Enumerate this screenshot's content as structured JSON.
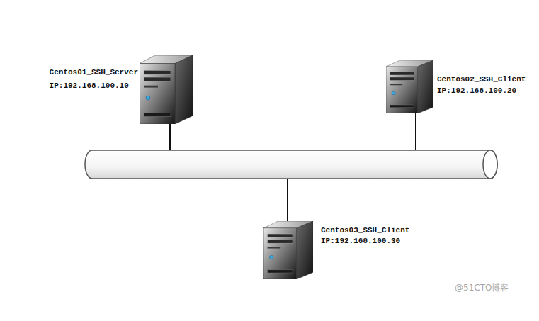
{
  "diagram": {
    "nodes": [
      {
        "text": [
          "Centos01_SSH_Server",
          "IP:192.168.100.10"
        ]
      },
      {
        "text": [
          "Centos02_SSH_Client",
          "IP:192.168.100.20"
        ]
      },
      {
        "text": [
          "Centos03_SSH_Client",
          "IP:192.168.100.30"
        ]
      }
    ],
    "edges": [],
    "labels": [
      "@51CTO博客"
    ]
  }
}
